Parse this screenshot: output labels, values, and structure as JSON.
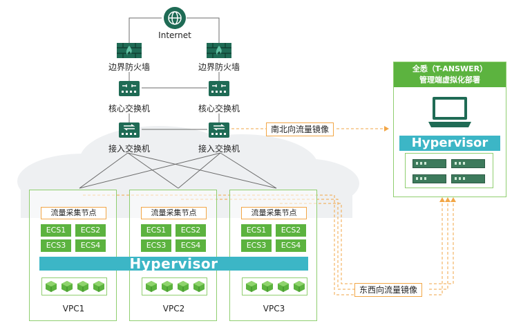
{
  "internet": {
    "label": "Internet"
  },
  "firewalls": [
    {
      "label": "边界防火墙"
    },
    {
      "label": "边界防火墙"
    }
  ],
  "core_switches": [
    {
      "label": "核心交换机"
    },
    {
      "label": "核心交换机"
    }
  ],
  "access_switches": [
    {
      "label": "接入交换机"
    },
    {
      "label": "接入交换机"
    }
  ],
  "mirror_ns": "南北向流量镜像",
  "mirror_ew": "东西向流量镜像",
  "hypervisor": "Hypervisor",
  "vpcs": [
    {
      "label": "VPC1",
      "collector": "流量采集节点",
      "ecs": [
        "ECS1",
        "ECS2",
        "ECS3",
        "ECS4"
      ]
    },
    {
      "label": "VPC2",
      "collector": "流量采集节点",
      "ecs": [
        "ECS1",
        "ECS2",
        "ECS3",
        "ECS4"
      ]
    },
    {
      "label": "VPC3",
      "collector": "流量采集节点",
      "ecs": [
        "ECS1",
        "ECS2",
        "ECS3",
        "ECS4"
      ]
    }
  ],
  "management": {
    "title_line1": "全悉（T-ANSWER）",
    "title_line2": "管理端虚拟化部署",
    "hypervisor": "Hypervisor"
  },
  "colors": {
    "green": "#5cb33f",
    "cyan": "#3cb6c6",
    "orange": "#f2a646",
    "device": "#1f6b55",
    "cloud": "#eef0f2"
  }
}
